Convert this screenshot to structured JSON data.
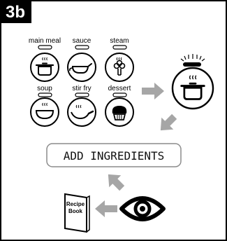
{
  "step": "3b",
  "programs": [
    {
      "label": "main meal",
      "icon": "pot-icon"
    },
    {
      "label": "sauce",
      "icon": "gravy-boat-icon"
    },
    {
      "label": "steam",
      "icon": "steam-vegetable-icon"
    },
    {
      "label": "soup",
      "icon": "soup-bowl-icon"
    },
    {
      "label": "stir fry",
      "icon": "wok-icon"
    },
    {
      "label": "dessert",
      "icon": "cupcake-icon"
    }
  ],
  "selected_program_icon": "pot-icon",
  "display": {
    "text": "ADD INGREDIENTS"
  },
  "recipe_book": {
    "line1": "Recipe",
    "line2": "Book"
  },
  "colors": {
    "arrow": "#a6a6a6",
    "ink": "#000000",
    "background": "#ffffff"
  }
}
